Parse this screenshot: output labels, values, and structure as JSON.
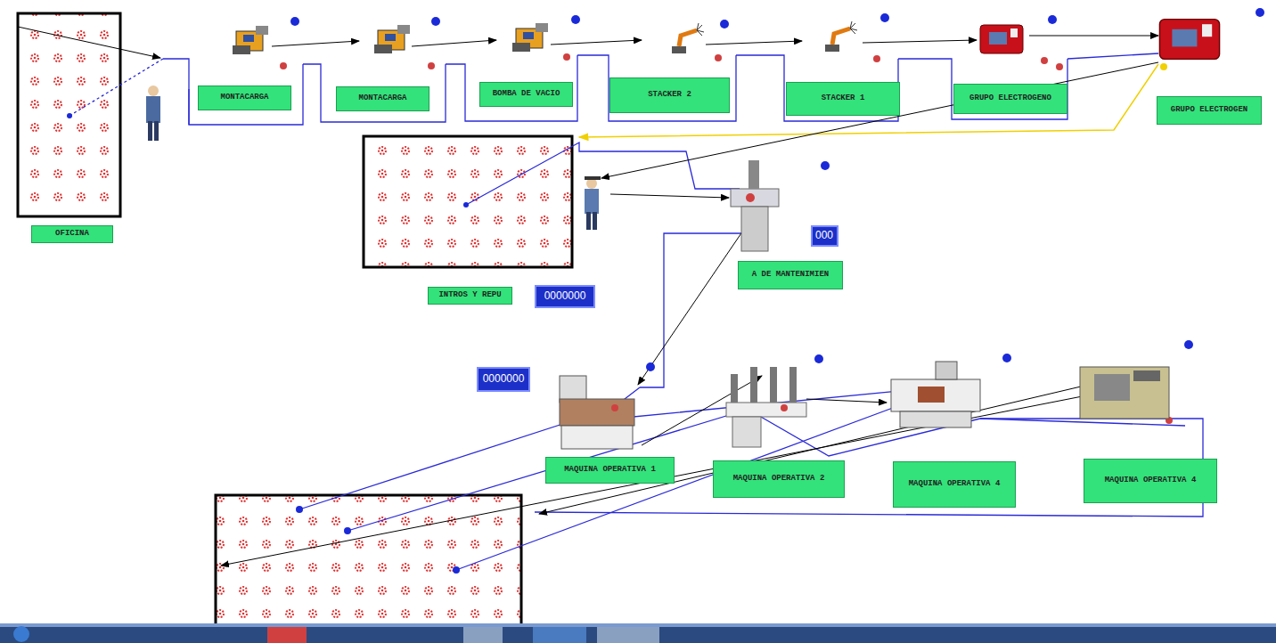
{
  "diagram": {
    "nodes": [
      {
        "text": [
          "OFICINA"
        ]
      },
      {
        "text": [
          "MONTACARGA"
        ]
      },
      {
        "text": [
          "MONTACARGA"
        ]
      },
      {
        "text": [
          "BOMBA DE VACIO"
        ]
      },
      {
        "text": [
          "STACKER 2"
        ]
      },
      {
        "text": [
          "STACKER 1"
        ]
      },
      {
        "text": [
          "GRUPO ELECTROGENO"
        ]
      },
      {
        "text": [
          "GRUPO ELECTROGEN"
        ]
      },
      {
        "text": [
          "000"
        ]
      },
      {
        "text": [
          "A DE MANTENIMIEN"
        ]
      },
      {
        "text": [
          "INTROS Y REPU"
        ]
      },
      {
        "text": [
          "0000000"
        ]
      },
      {
        "text": [
          "0000000"
        ]
      },
      {
        "text": [
          "MAQUINA OPERATIVA 1"
        ]
      },
      {
        "text": [
          "MAQUINA OPERATIVA 2"
        ]
      },
      {
        "text": [
          "MAQUINA OPERATIVA 4"
        ]
      },
      {
        "text": [
          "MAQUINA OPERATIVA 4"
        ]
      }
    ]
  }
}
